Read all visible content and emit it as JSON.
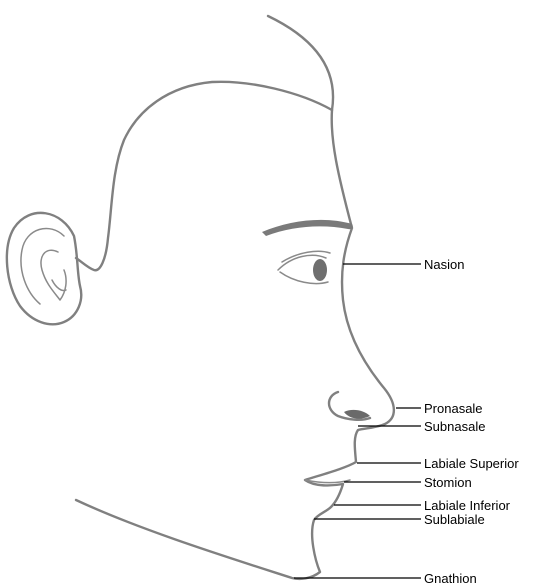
{
  "landmarks": [
    {
      "key": "nasion",
      "label": "Nasion"
    },
    {
      "key": "pronasale",
      "label": "Pronasale"
    },
    {
      "key": "subnasale",
      "label": "Subnasale"
    },
    {
      "key": "labiale_superior",
      "label": "Labiale Superior"
    },
    {
      "key": "stomion",
      "label": "Stomion"
    },
    {
      "key": "labiale_inferior",
      "label": "Labiale Inferior"
    },
    {
      "key": "sublabiale",
      "label": "Sublabiale"
    },
    {
      "key": "gnathion",
      "label": "Gnathion"
    }
  ],
  "colors": {
    "outline": "#808080",
    "leader": "#000000",
    "label": "#000000"
  }
}
